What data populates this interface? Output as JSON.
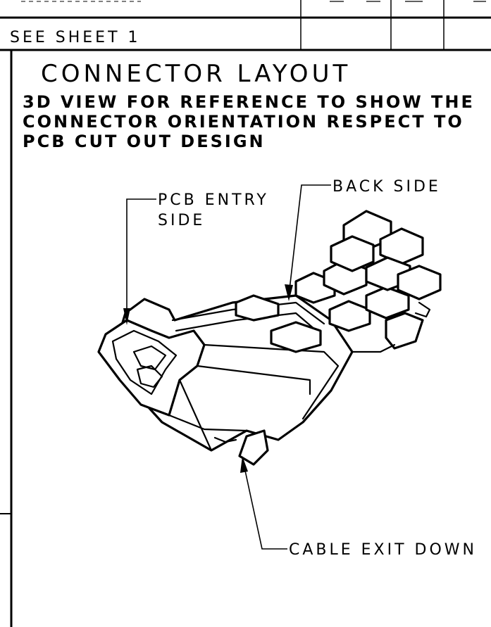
{
  "header": {
    "sheet_reference": "SEE SHEET 1"
  },
  "drawing": {
    "title": "CONNECTOR LAYOUT",
    "note_lines": [
      "3D VIEW FOR REFERENCE TO SHOW THE",
      "CONNECTOR ORIENTATION RESPECT TO",
      "PCB CUT OUT DESIGN"
    ],
    "callouts": {
      "pcb_entry_line1": "PCB ENTRY",
      "pcb_entry_line2": "SIDE",
      "back_side": "BACK SIDE",
      "cable_exit": "CABLE EXIT DOWN"
    }
  }
}
